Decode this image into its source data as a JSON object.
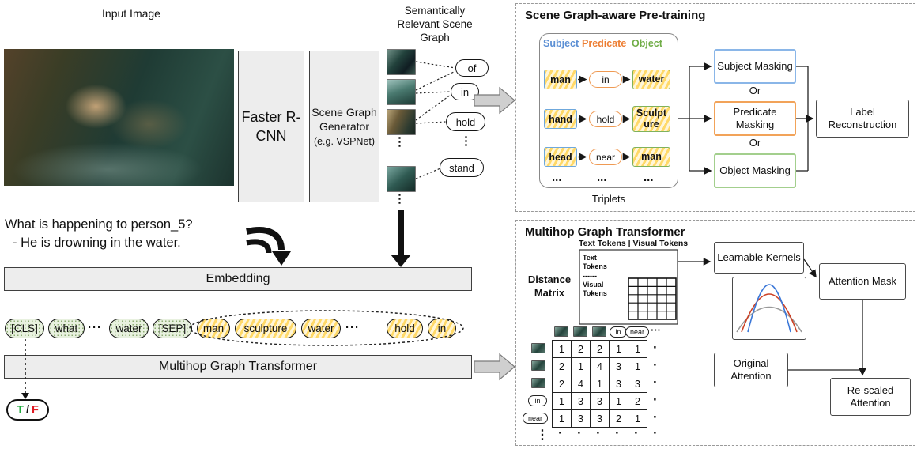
{
  "colors": {
    "subject_blue": "#5b8fd4",
    "predicate_orange": "#ed7d31",
    "object_green": "#70ad47",
    "token_text_green": "#e8f1df",
    "token_graph_yellow": "#ffd968",
    "true_green": "#1faa3c",
    "false_red": "#e01b24"
  },
  "left": {
    "input_image_label": "Input Image",
    "faster_rcnn_label": "Faster R-CNN",
    "sgg_title": "Scene Graph Generator",
    "sgg_subtitle": "(e.g. VSPNet)",
    "scene_graph_label": "Semantically Relevant Scene Graph",
    "edges": {
      "of": "of",
      "in": "in",
      "hold": "hold",
      "stand": "stand",
      "vdots": "⋮"
    },
    "question_line1": "What is happening to person_5?",
    "question_line2": "- He is drowning in the water.",
    "embedding_label": "Embedding",
    "transformer_label": "Multihop Graph Transformer",
    "tokens": {
      "cls": "[CLS]",
      "what": "what",
      "dots1": "···",
      "water1": "water",
      "sep": "[SEP]",
      "man": "man",
      "sculpture": "sculpture",
      "water2": "water",
      "dots2": "···",
      "hold": "hold",
      "in": "in"
    },
    "tf": {
      "t": "T",
      "slash": "/",
      "f": "F"
    }
  },
  "pretraining": {
    "title": "Scene Graph-aware Pre-training",
    "headers": {
      "subject": "Subject",
      "predicate": "Predicate",
      "object": "Object"
    },
    "rows": [
      {
        "subject": "man",
        "predicate": "in",
        "object": "water"
      },
      {
        "subject": "hand",
        "predicate": "hold",
        "object": "Sculpture"
      },
      {
        "subject": "head",
        "predicate": "near",
        "object": "man"
      },
      {
        "subject": "...",
        "predicate": "...",
        "object": "..."
      }
    ],
    "triplets_label": "Triplets",
    "or1": "Or",
    "or2": "Or",
    "masks": {
      "subject": "Subject Masking",
      "predicate": "Predicate Masking",
      "object": "Object Masking"
    },
    "label_reconstruction": "Label Reconstruction"
  },
  "multihop": {
    "title": "Multihop Graph Transformer",
    "tokens_header": "Text Tokens | Visual Tokens",
    "distance_matrix_label": "Distance Matrix",
    "sketch": {
      "r1": "Text",
      "r2": "Tokens",
      "r3": "------",
      "r4": "Visual",
      "r5": "Tokens"
    },
    "learnable_kernels": "Learnable Kernels",
    "attention_mask": "Attention Mask",
    "original_attention": "Original Attention",
    "rescaled_attention": "Re-scaled Attention",
    "matrix": {
      "header_in": "in",
      "header_near": "near",
      "header_dots": "···",
      "vdots": "⋮",
      "hdot": "·",
      "values": [
        [
          "1",
          "2",
          "2",
          "1",
          "1"
        ],
        [
          "2",
          "1",
          "4",
          "3",
          "1"
        ],
        [
          "2",
          "4",
          "1",
          "3",
          "3"
        ],
        [
          "1",
          "3",
          "3",
          "1",
          "2"
        ],
        [
          "1",
          "3",
          "3",
          "2",
          "1"
        ]
      ]
    }
  }
}
